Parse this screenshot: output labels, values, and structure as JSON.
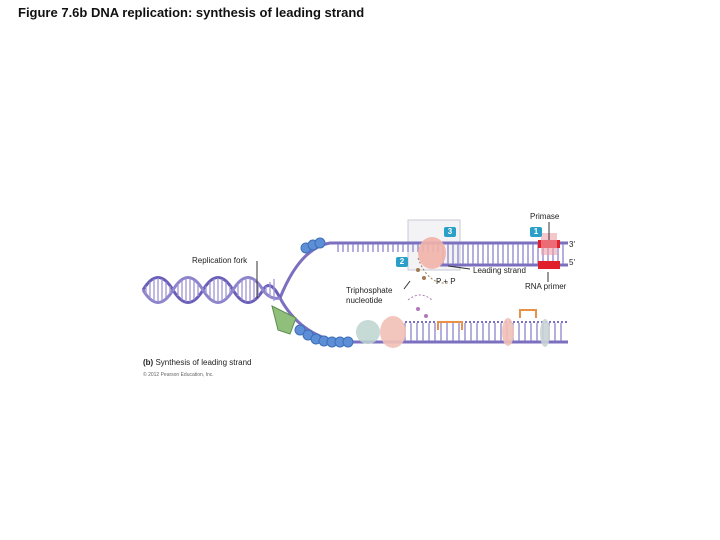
{
  "title": "Figure 7.6b  DNA replication: synthesis of leading strand",
  "labels": {
    "primase": "Primase",
    "three_prime": "3'",
    "five_prime": "5'",
    "replication_fork": "Replication fork",
    "leading_strand": "Leading strand",
    "triphosphate_line1": "Triphosphate",
    "triphosphate_line2": "nucleotide",
    "p_plus_p": "P + P",
    "rna_primer": "RNA primer"
  },
  "steps": [
    "1",
    "2",
    "3"
  ],
  "caption": {
    "part": "(b)",
    "text": " Synthesis of leading strand"
  },
  "copyright": "© 2012 Pearson Education, Inc.",
  "colors": {
    "dna_strand": "#7b6fc0",
    "rung": "#8b84c8",
    "primase_red": "#e0202a",
    "polymerase_pink": "#f2b3a8",
    "blue_protein": "#5c8fd6",
    "helicase_green": "#8fbf7a",
    "badge": "#2aa0c8"
  }
}
